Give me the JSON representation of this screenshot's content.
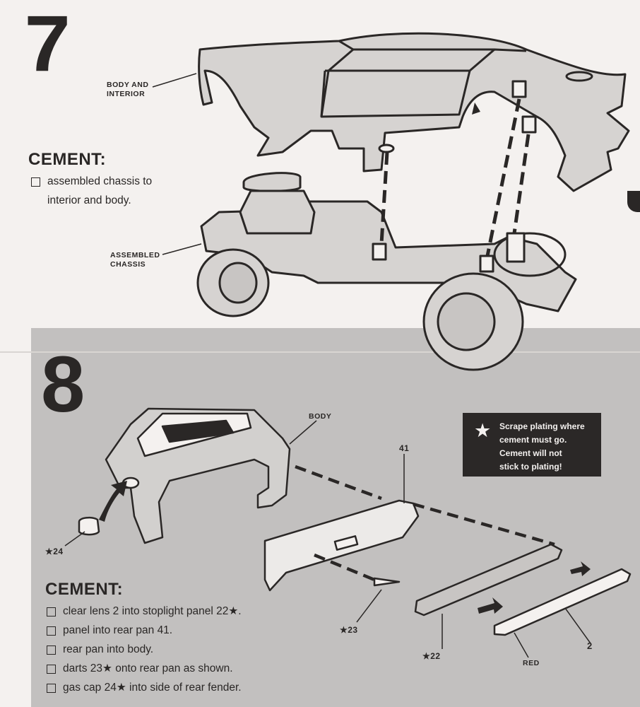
{
  "step7": {
    "number": "7",
    "labels": {
      "body_and_interior": "BODY AND\nINTERIOR",
      "assembled_chassis": "ASSEMBLED\nCHASSIS"
    },
    "cement_title": "CEMENT:",
    "cement_items": [
      "assembled chassis to",
      "interior and body."
    ]
  },
  "step8": {
    "number": "8",
    "labels": {
      "body": "BODY",
      "part41": "41",
      "part24": "★24",
      "part23": "★23",
      "part22": "★22",
      "red": "RED",
      "part2": "2"
    },
    "note": {
      "star": "★",
      "text": "Scrape plating where\ncement must go.\nCement will not\nstick to plating!"
    },
    "cement_title": "CEMENT:",
    "cement_items": [
      "clear lens 2 into stoplight panel 22★.",
      "panel into rear pan 41.",
      "rear pan into body.",
      "darts 23★ onto rear pan as shown.",
      "gas cap 24★ into side of rear fender."
    ]
  },
  "colors": {
    "ink": "#2a2726",
    "paper": "#f4f1ef",
    "panel_grey": "#c2c0bf",
    "part_fill": "#d6d3d1"
  }
}
